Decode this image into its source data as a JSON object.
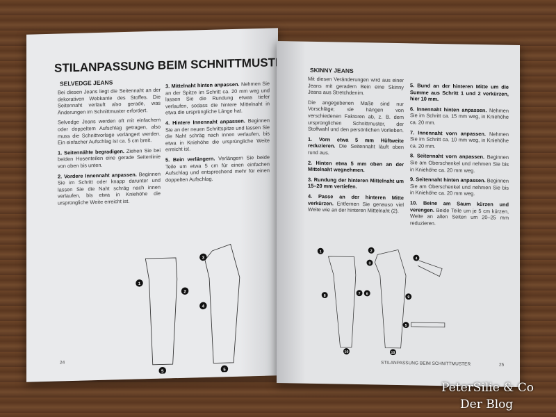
{
  "left_page": {
    "title": "STILANPASSUNG BEIM SCHNITTMUSTER",
    "subtitle": "SELVEDGE JEANS",
    "col1": [
      {
        "bold": "",
        "text": "Bei diesen Jeans liegt die Seitennaht an der dekorativen Webkante des Stoffes. Die Seitennaht verläuft also gerade, was Änderungen im Schnittmuster erfordert."
      },
      {
        "bold": "",
        "text": "Selvedge Jeans werden oft mit einfachem oder doppeltem Aufschlag getragen, also muss die Schnittvorlage verlängert werden. Ein einfacher Aufschlag ist ca. 5 cm breit."
      },
      {
        "bold": "1. Seitennähte begradigen.",
        "text": " Ziehen Sie bei beiden Hosenteilen eine gerade Seitenlinie von oben bis unten."
      },
      {
        "bold": "2. Vordere Innennaht anpassen.",
        "text": " Beginnen Sie im Schritt oder knapp darunter und lassen Sie die Naht schräg nach innen verlaufen, bis etwa in Kniehöhe die ursprüngliche Weite erreicht ist."
      }
    ],
    "col2": [
      {
        "bold": "3. Mittelnaht hinten anpassen.",
        "text": " Nehmen Sie an der Spitze im Schritt ca. 20 mm weg und lassen Sie die Rundung etwas tiefer verlaufen, sodass die hintere Mittelnaht in etwa die ursprüngliche Länge hat."
      },
      {
        "bold": "4. Hintere Innennaht anpassen.",
        "text": " Beginnen Sie an der neuen Schrittspitze und lassen Sie die Naht schräg nach innen verlaufen, bis etwa in Kniehöhe die ursprüngliche Weite erreicht ist."
      },
      {
        "bold": "5. Bein verlängern.",
        "text": " Verlängern Sie beide Teile um etwa 5 cm für einen einfachen Aufschlag und entsprechend mehr für einen doppelten Aufschlag."
      }
    ],
    "page_number": "24",
    "diagram_labels": [
      "1",
      "2",
      "3",
      "4",
      "5",
      "5"
    ]
  },
  "right_page": {
    "subtitle": "SKINNY JEANS",
    "col1": [
      {
        "bold": "",
        "text": "Mit diesen Veränderungen wird aus einer Jeans mit geradem Bein eine Skinny Jeans aus Stretchdenim."
      },
      {
        "bold": "",
        "text": "Die angegebenen Maße sind nur Vorschläge; sie hängen von verschiedenen Faktoren ab, z. B. dem ursprünglichen Schnittmuster, der Stoffwahl und den persönlichen Vorlieben."
      },
      {
        "bold": "1. Vorn etwa 5 mm Hüftweite reduzieren.",
        "text": " Die Seitennaht läuft oben rund aus."
      },
      {
        "bold": "2. Hinten etwa 5 mm oben an der Mittelnaht wegnehmen.",
        "text": ""
      },
      {
        "bold": "3. Rundung der hinteren Mittelnaht um 15–20 mm vertiefen.",
        "text": ""
      },
      {
        "bold": "4. Passe an der hinteren Mitte verkürzen.",
        "text": " Entfernen Sie genauso viel Weite wie an der hinteren Mittelnaht (2)."
      }
    ],
    "col2": [
      {
        "bold": "5. Bund an der hinteren Mitte um die Summe aus Schritt 1 und 2 verkürzen, hier 10 mm.",
        "text": ""
      },
      {
        "bold": "6. Innennaht hinten anpassen.",
        "text": " Nehmen Sie im Schritt ca. 15 mm weg, in Kniehöhe ca. 20 mm."
      },
      {
        "bold": "7. Innennaht vorn anpassen.",
        "text": " Nehmen Sie im Schritt ca. 10 mm weg, in Kniehöhe ca. 20 mm."
      },
      {
        "bold": "8. Seitennaht vorn anpassen.",
        "text": " Beginnen Sie am Oberschenkel und nehmen Sie bis in Kniehöhe ca. 20 mm weg."
      },
      {
        "bold": "9. Seitennaht hinten anpassen.",
        "text": " Beginnen Sie am Oberschenkel und nehmen Sie bis in Kniehöhe ca. 20 mm weg."
      },
      {
        "bold": "10. Beine am Saum kürzen und verengen.",
        "text": " Beide Teile um je 5 cm kürzen, Weite an allen Seiten um 20–25 mm reduzieren."
      }
    ],
    "running_head": "STILANPASSUNG BEIM SCHNITTMUSTER",
    "page_number": "25",
    "diagram_labels": [
      "1",
      "8",
      "7",
      "10",
      "2",
      "3",
      "6",
      "9",
      "10",
      "4",
      "5"
    ]
  },
  "watermark": {
    "line1": "PeterSilie & Co",
    "line2": "Der Blog"
  }
}
